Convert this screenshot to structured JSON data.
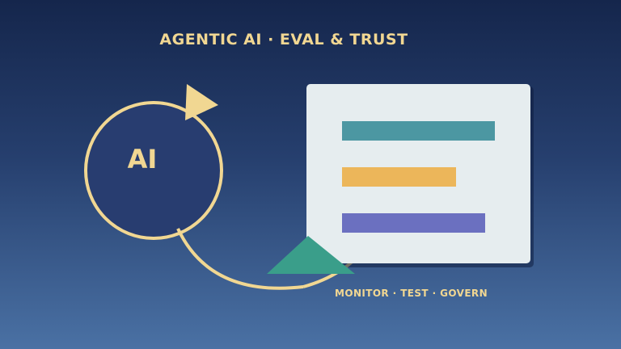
{
  "header": {
    "title": "AGENTIC AI · EVAL & TRUST"
  },
  "loop": {
    "label": "AI"
  },
  "card": {
    "bars": [
      {
        "color": "#4c97a2"
      },
      {
        "color": "#ecb65a"
      },
      {
        "color": "#6b70c0"
      }
    ]
  },
  "footer": {
    "caption": "MONITOR · TEST · GOVERN"
  },
  "colors": {
    "accent": "#f1d792",
    "circle_fill": "#283d70",
    "triangle": "#3a9e8a",
    "card_bg": "#e6edef"
  }
}
